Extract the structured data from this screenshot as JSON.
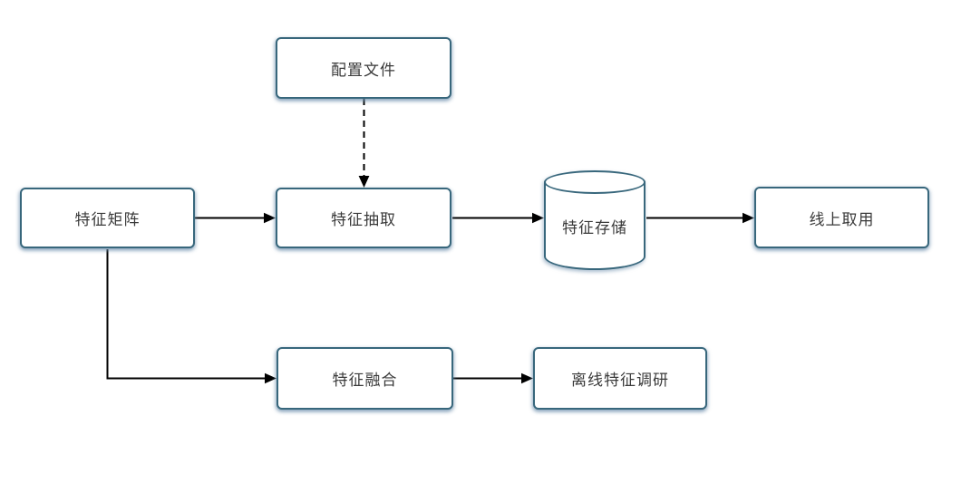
{
  "diagram": {
    "type": "flowchart",
    "colors": {
      "background": "#ffffff",
      "node_border": "#38677c",
      "node_fill": "#ffffff",
      "edge": "#000000",
      "text": "#3a3a3a"
    },
    "nodes": {
      "config": {
        "label": "配置文件",
        "shape": "rectangle"
      },
      "matrix": {
        "label": "特征矩阵",
        "shape": "rectangle"
      },
      "extract": {
        "label": "特征抽取",
        "shape": "rectangle"
      },
      "storage": {
        "label": "特征存储",
        "shape": "cylinder"
      },
      "online": {
        "label": "线上取用",
        "shape": "rectangle"
      },
      "fusion": {
        "label": "特征融合",
        "shape": "rectangle"
      },
      "research": {
        "label": "离线特征调研",
        "shape": "rectangle"
      }
    },
    "edges": [
      {
        "from": "config",
        "to": "extract",
        "style": "dashed",
        "arrow": "filled-triangle"
      },
      {
        "from": "matrix",
        "to": "extract",
        "style": "solid",
        "arrow": "filled-triangle"
      },
      {
        "from": "extract",
        "to": "storage",
        "style": "solid",
        "arrow": "filled-triangle"
      },
      {
        "from": "storage",
        "to": "online",
        "style": "solid",
        "arrow": "filled-triangle"
      },
      {
        "from": "matrix",
        "to": "fusion",
        "style": "solid-elbow",
        "arrow": "filled-triangle"
      },
      {
        "from": "fusion",
        "to": "research",
        "style": "solid",
        "arrow": "filled-triangle"
      }
    ]
  }
}
